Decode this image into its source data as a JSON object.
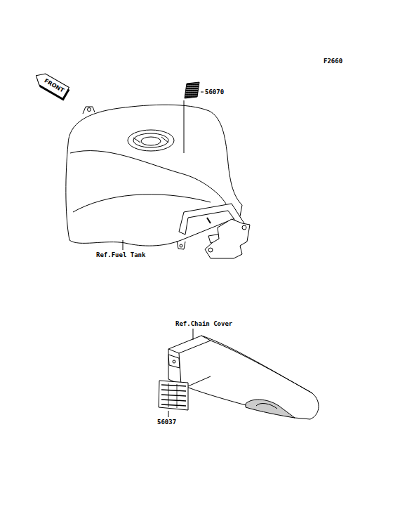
{
  "diagram": {
    "nodes": [
      {
        "text": [
          "FRONT"
        ]
      }
    ],
    "labels": [
      "F2660",
      "56070",
      "Ref.Fuel Tank",
      "Ref.Chain Cover",
      "56037"
    ]
  }
}
